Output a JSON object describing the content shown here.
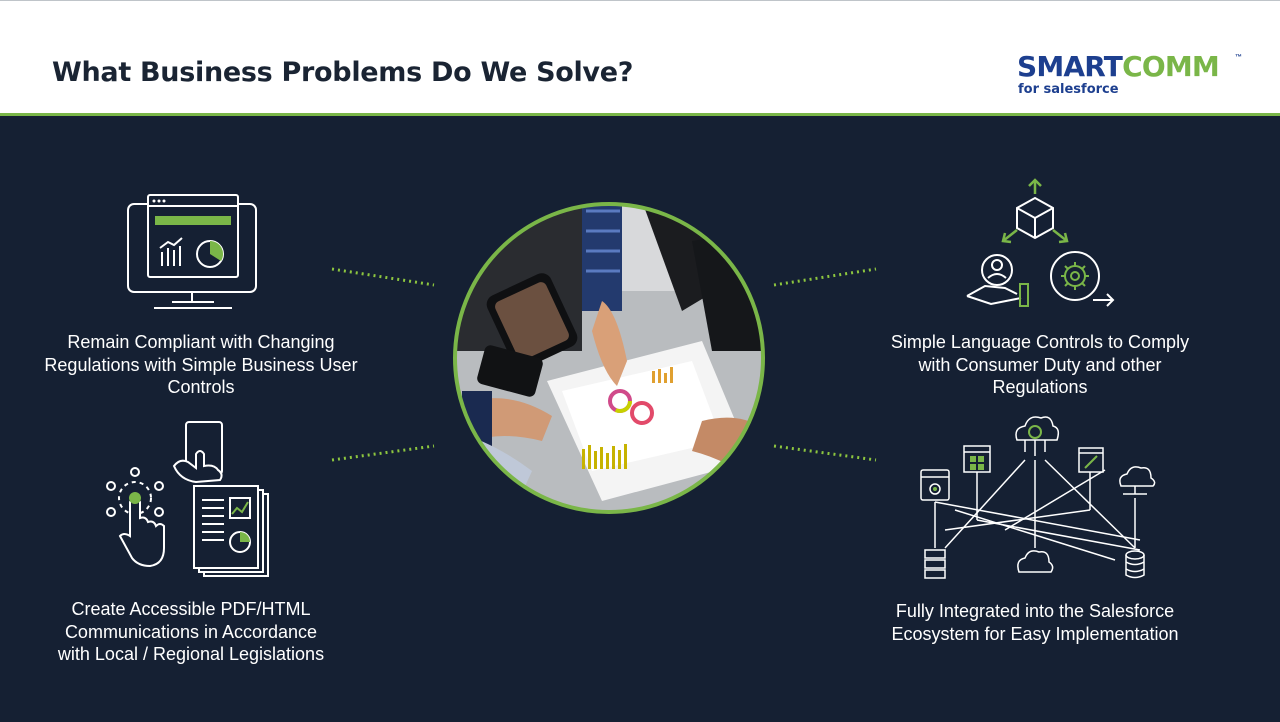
{
  "header": {
    "title": "What Business Problems Do We Solve?",
    "logo": {
      "word_part1": "SMART",
      "word_part2": "COMM",
      "trademark": "™",
      "tagline": "for salesforce"
    }
  },
  "features": [
    {
      "caption": "Remain Compliant with Changing\nRegulations with Simple Business User\nControls",
      "icon": "monitor-dashboard-icon"
    },
    {
      "caption": "Simple Language Controls to Comply\nwith Consumer Duty and other\nRegulations",
      "icon": "user-controls-icon"
    },
    {
      "caption": "Create Accessible PDF/HTML\nCommunications in Accordance\nwith Local / Regional Legislations",
      "icon": "accessible-documents-icon"
    },
    {
      "caption": "Fully Integrated into the Salesforce\nEcosystem for Easy Implementation",
      "icon": "integration-network-icon"
    }
  ],
  "center_image": {
    "icon": "business-meeting-photo"
  },
  "colors": {
    "background": "#152033",
    "accent_green": "#7ab648",
    "logo_blue": "#1d3f8f",
    "title": "#1a2433",
    "icon_line": "#ffffff"
  }
}
